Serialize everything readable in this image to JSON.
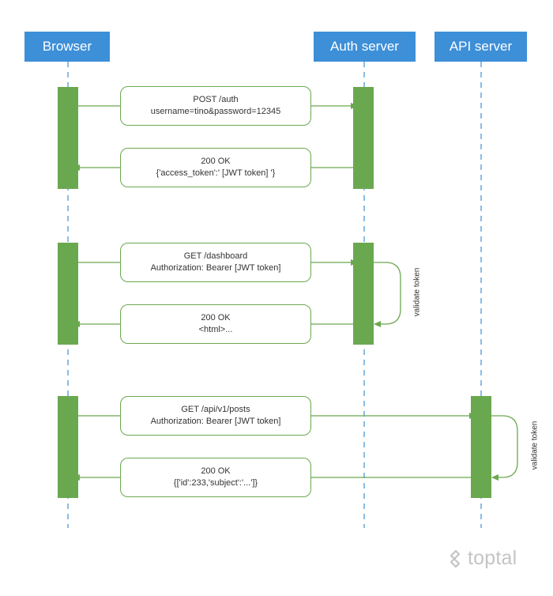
{
  "actors": {
    "browser": "Browser",
    "auth": "Auth server",
    "api": "API server"
  },
  "messages": {
    "m1": {
      "line1": "POST /auth",
      "line2": "username=tino&password=12345"
    },
    "m2": {
      "line1": "200 OK",
      "line2": "{'access_token':' [JWT token] '}"
    },
    "m3": {
      "line1": "GET /dashboard",
      "line2": "Authorization: Bearer [JWT token]"
    },
    "m4": {
      "line1": "200 OK",
      "line2": "<html>..."
    },
    "m5": {
      "line1": "GET /api/v1/posts",
      "line2": "Authorization: Bearer [JWT token]"
    },
    "m6": {
      "line1": "200 OK",
      "line2": "{['id':233,'subject':'...']}"
    }
  },
  "self_calls": {
    "auth": "validate token",
    "api": "validate token"
  },
  "logo": {
    "text": "toptal"
  },
  "colors": {
    "actor": "#3d8fd8",
    "activation": "#6aa84f",
    "lifeline": "#3d8fd8",
    "logo": "#c4c4c4"
  }
}
